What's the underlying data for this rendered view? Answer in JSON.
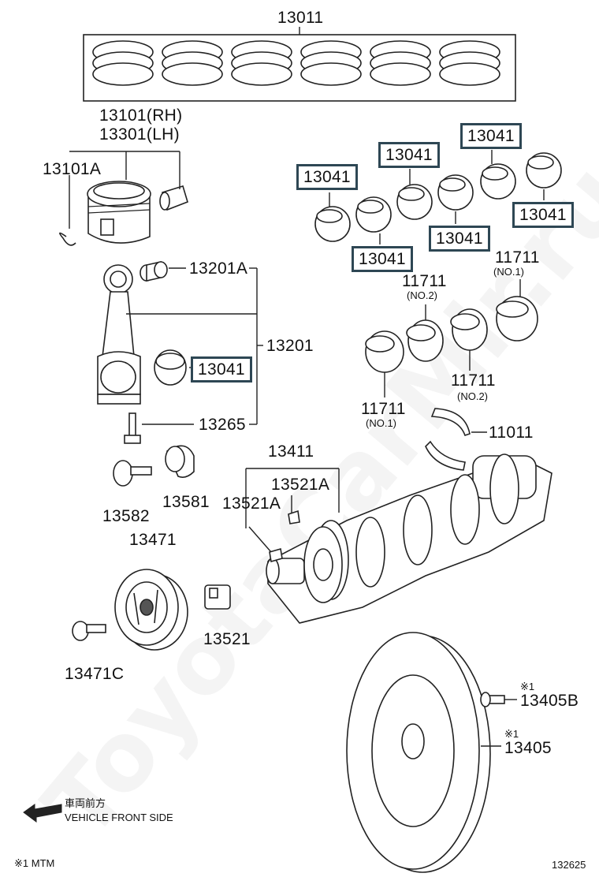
{
  "watermark": "ToyotaCarMir.ru",
  "diagram_id": "132625",
  "front_note": {
    "jp": "車両前方",
    "en": "VEHICLE FRONT SIDE"
  },
  "footnote": "※1 MTM",
  "labels": {
    "ring_set": "13011",
    "piston_rh": "13101(RH)",
    "piston_lh": "13301(LH)",
    "snap_ring": "13101A",
    "bushing": "13201A",
    "conrod": "13201",
    "conrod_bolt": "13265",
    "conrod_bearing": "13041",
    "bearing_a": "13041",
    "bearing_b": "13041",
    "bearing_c": "13041",
    "bearing_d": "13041",
    "bearing_e": "13041",
    "bearing_f": "13041",
    "main_bearing_no1_top": "11711",
    "main_bearing_no1_top_note": "(NO.1)",
    "main_bearing_no2_top": "11711",
    "main_bearing_no2_top_note": "(NO.2)",
    "main_bearing_no2_bot": "11711",
    "main_bearing_no2_bot_note": "(NO.2)",
    "main_bearing_no1_bot": "11711",
    "main_bearing_no1_bot_note": "(NO.1)",
    "thrust_washer": "11011",
    "crankshaft": "13411",
    "key_1": "13521A",
    "key_2": "13521A",
    "washer": "13582",
    "washer_plate": "13581",
    "pulley": "13471",
    "pulley_bolt": "13471C",
    "crank_gear": "13521",
    "flywheel_bolt": "13405B",
    "flywheel_bolt_mark": "※1",
    "flywheel": "13405",
    "flywheel_mark": "※1"
  }
}
